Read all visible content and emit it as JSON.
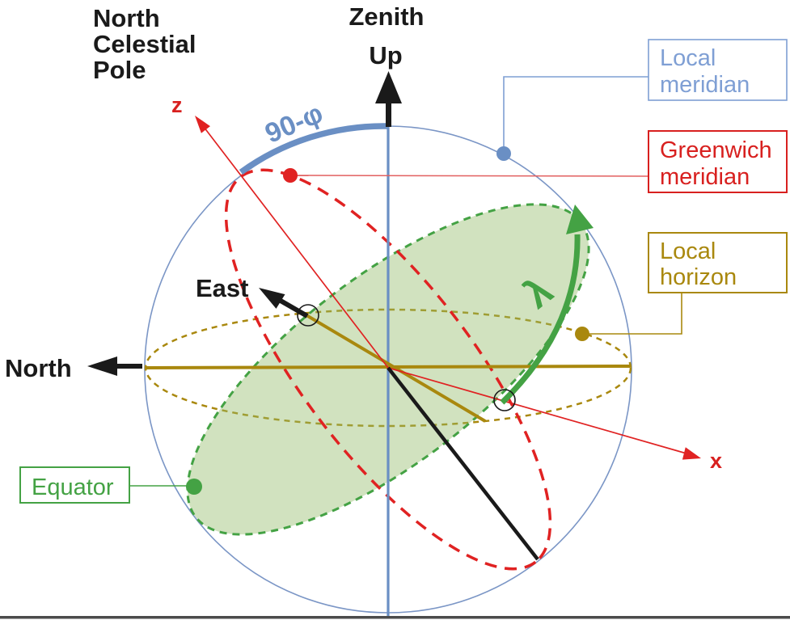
{
  "colors": {
    "sphere_blue": "#7b96c6",
    "meridian_blue": "#6a8fc4",
    "callout_blue": "#7f9fd4",
    "red": "#e02222",
    "callout_red": "#d8201f",
    "green": "#44a244",
    "ochre": "#a9880e",
    "black": "#1a1a1a",
    "horizon_fill": "rgba(209,174,100,0.62)",
    "equator_fill": "rgba(146,187,103,0.42)"
  },
  "labels": {
    "pole": {
      "line1": "North",
      "line2": "Celestial",
      "line3": "Pole"
    },
    "zenith": {
      "line1": "Zenith",
      "line2": "Up"
    },
    "north": "North",
    "east": "East",
    "z_axis": "z",
    "x_axis": "x",
    "colatitude": "90-φ",
    "longitude": "λ"
  },
  "callouts": {
    "local_meridian": {
      "line1": "Local",
      "line2": "meridian"
    },
    "greenwich_meridian": {
      "line1": "Greenwich",
      "line2": "meridian"
    },
    "local_horizon": {
      "line1": "Local",
      "line2": "horizon"
    },
    "equator": {
      "label": "Equator"
    }
  }
}
